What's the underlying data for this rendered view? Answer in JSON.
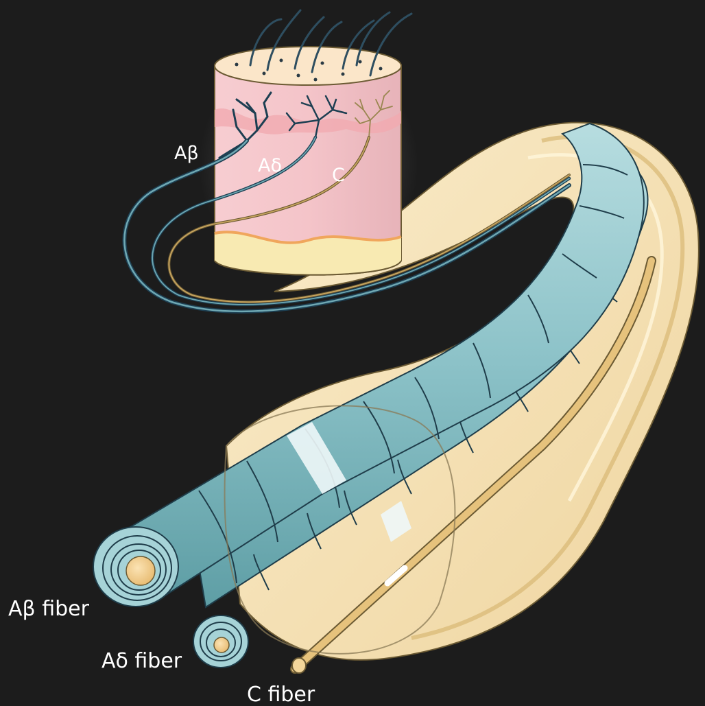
{
  "skin_labels": {
    "a_beta": "Aβ",
    "a_delta": "Aδ",
    "c": "C"
  },
  "fiber_labels": {
    "a_beta": "Aβ fiber",
    "a_delta": "Aδ fiber",
    "c": "C fiber"
  },
  "colors": {
    "background": "#1c1c1c",
    "myelin": "#8fc3c8",
    "myelin_dark": "#5e9ea5",
    "nerve_sheath": "#f5e3b4",
    "axon_core": "#f3cf8e",
    "skin_pink": "#f3c3c8",
    "fat_yellow": "#f8eab2",
    "c_fiber_line": "#8a7a45",
    "a_fiber_line": "#1d3f52"
  }
}
